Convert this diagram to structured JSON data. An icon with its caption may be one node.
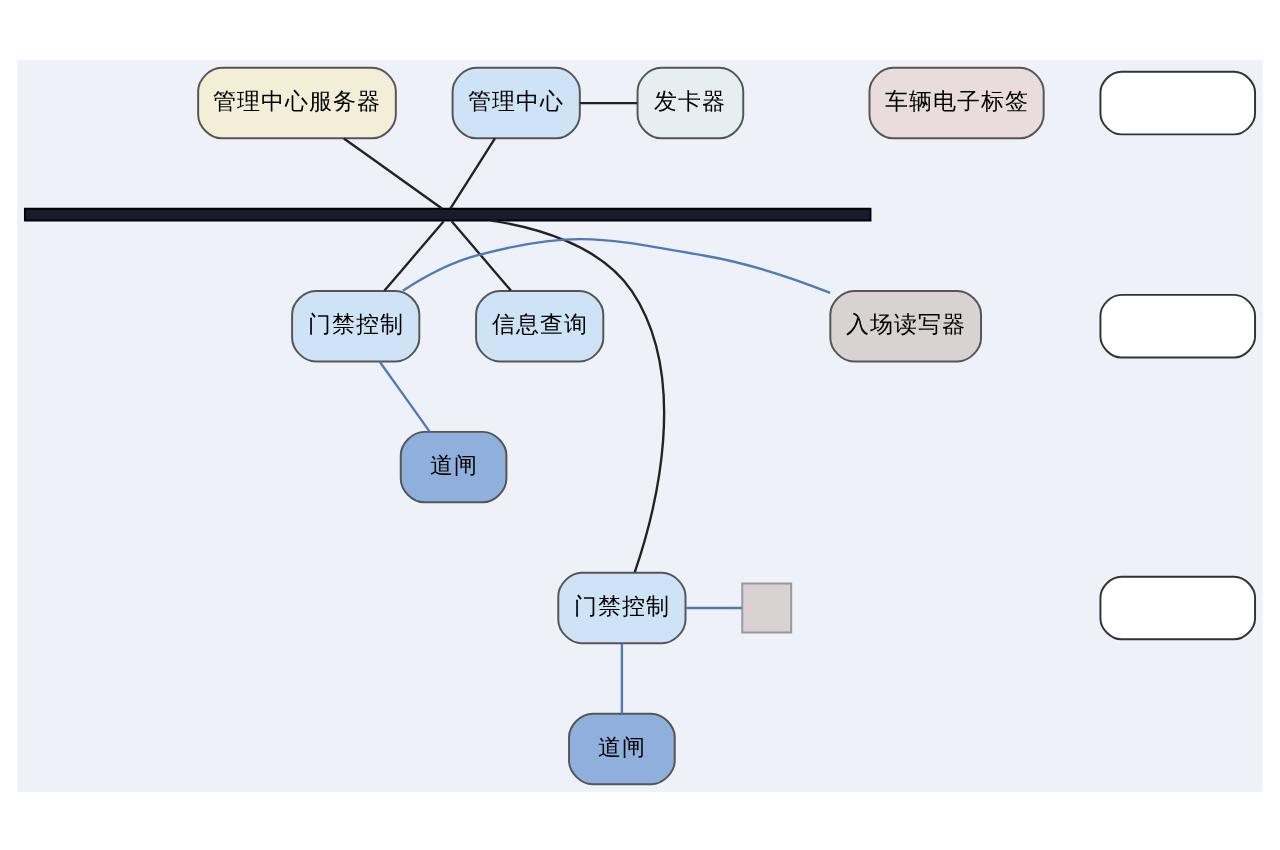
{
  "diagram": {
    "nodes": [
      {
        "text": [
          "管理中心服务器"
        ]
      },
      {
        "text": [
          "管理中心"
        ]
      },
      {
        "text": [
          "发卡器"
        ]
      },
      {
        "text": [
          "车辆电子标签"
        ]
      },
      {
        "text": [],
        "shape": "box"
      },
      {
        "text": [],
        "shape": "bar"
      },
      {
        "text": [
          "信息查询"
        ]
      },
      {
        "text": [
          "门禁控制"
        ]
      },
      {
        "text": [
          "入场读写器"
        ]
      },
      {
        "text": [
          "道闸"
        ]
      },
      {
        "text": [],
        "shape": "box"
      },
      {
        "text": [
          "门禁控制"
        ]
      },
      {
        "text": [],
        "shape": "box"
      },
      {
        "text": [
          "道闸"
        ]
      },
      {
        "text": [],
        "shape": "box"
      }
    ],
    "edges": [
      {
        "from": 0,
        "to": 5,
        "arrow": "none"
      },
      {
        "from": 1,
        "to": 5,
        "arrow": "none"
      },
      {
        "from": 1,
        "to": 2,
        "arrow": "none"
      },
      {
        "from": 5,
        "to": 6,
        "arrow": "none"
      },
      {
        "from": 5,
        "to": 7,
        "arrow": "none"
      },
      {
        "from": 5,
        "to": 11,
        "arrow": "none"
      },
      {
        "from": 7,
        "to": 8,
        "arrow": "none",
        "color": "#4f79b8"
      },
      {
        "from": 7,
        "to": 9,
        "arrow": "none",
        "color": "#4f79b8"
      },
      {
        "from": 11,
        "to": 12,
        "arrow": "none",
        "color": "#4f79b8"
      },
      {
        "from": 11,
        "to": 13,
        "arrow": "none",
        "color": "#4f79b8"
      }
    ]
  }
}
